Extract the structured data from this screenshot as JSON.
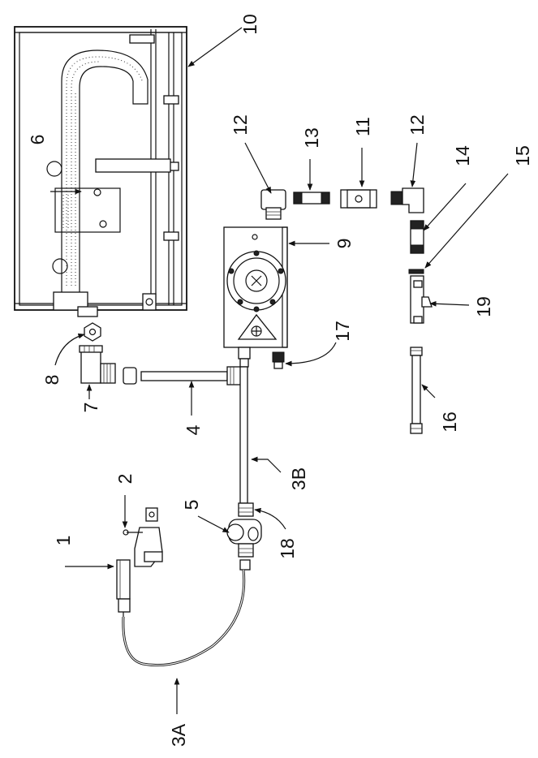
{
  "callouts": {
    "c1": "1",
    "c2": "2",
    "c3a": "3A",
    "c3b": "3B",
    "c4": "4",
    "c5": "5",
    "c6": "6",
    "c7": "7",
    "c8": "8",
    "c9": "9",
    "c10": "10",
    "c11": "11",
    "c12a": "12",
    "c12b": "12",
    "c13": "13",
    "c14": "14",
    "c15": "15",
    "c16": "16",
    "c17": "17",
    "c18": "18",
    "c19": "19"
  },
  "colors": {
    "line": "#111111",
    "background": "#ffffff"
  }
}
